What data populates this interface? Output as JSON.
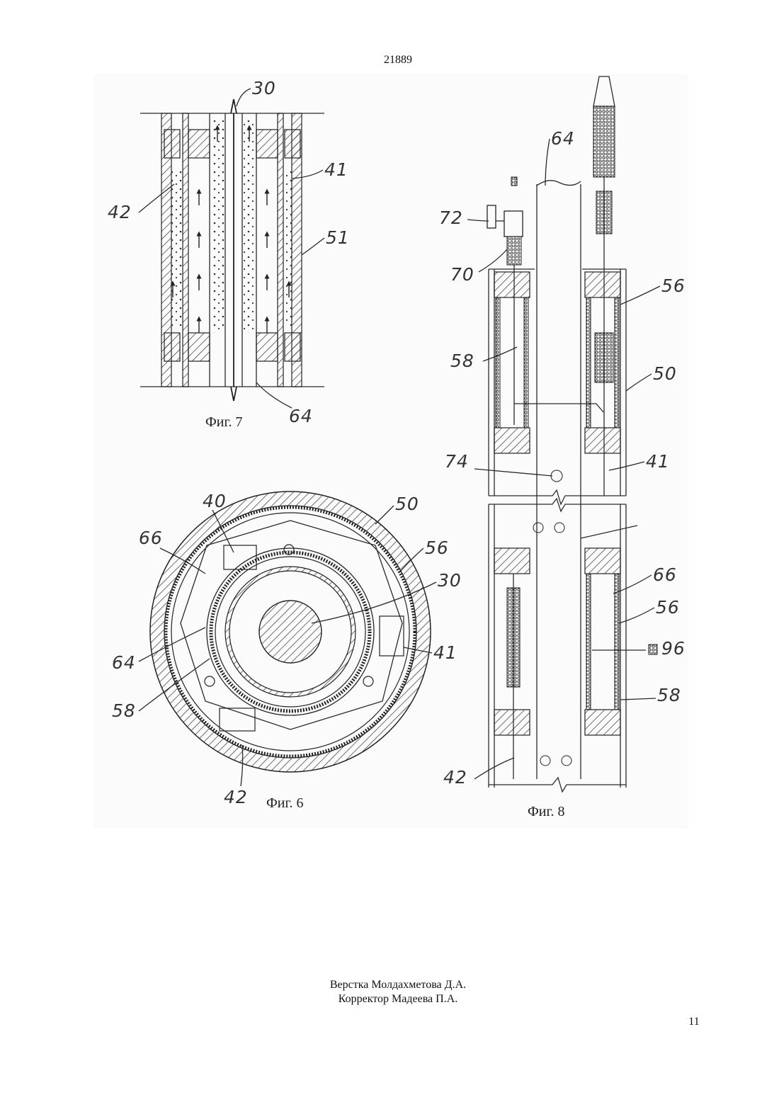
{
  "document": {
    "number": "21889",
    "page_number": "11",
    "credits": {
      "layout": "Верстка Молдахметова Д.А.",
      "corrector": "Корректор Мадеева П.А."
    }
  },
  "figures": {
    "fig7": {
      "caption": "Фиг. 7",
      "labels": {
        "l30": "30",
        "l41": "41",
        "l42": "42",
        "l51": "51",
        "l64": "64"
      }
    },
    "fig6": {
      "caption": "Фиг. 6",
      "labels": {
        "l40": "40",
        "l50": "50",
        "l66": "66",
        "l56": "56",
        "l30": "30",
        "l64": "64",
        "l41": "41",
        "l58": "58",
        "l42": "42"
      }
    },
    "fig8": {
      "caption": "Фиг. 8",
      "labels": {
        "l64": "64",
        "l72": "72",
        "l70": "70",
        "l56a": "56",
        "l58a": "58",
        "l50": "50",
        "l74": "74",
        "l41": "41",
        "l66": "66",
        "l56b": "56",
        "l96": "96",
        "l58b": "58",
        "l42": "42"
      }
    }
  }
}
